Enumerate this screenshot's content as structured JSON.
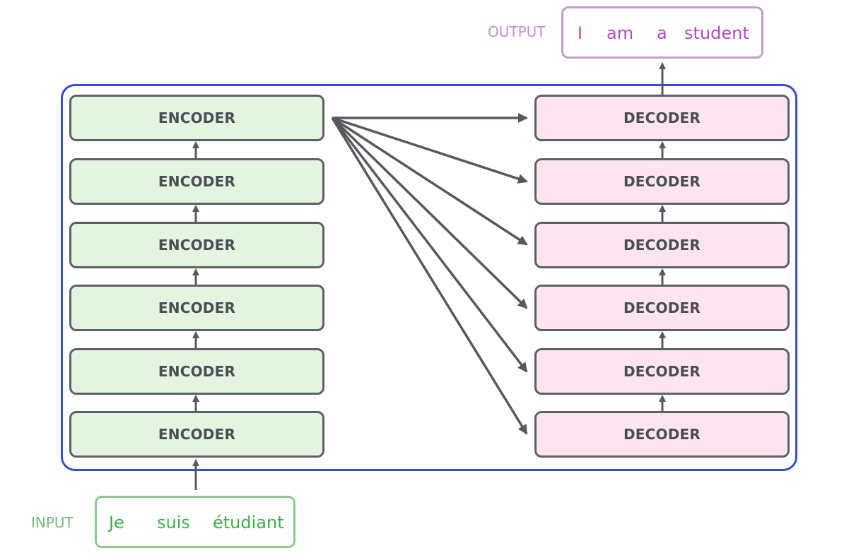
{
  "input": {
    "label": "INPUT",
    "words": [
      "Je",
      "suis",
      "étudiant"
    ]
  },
  "output": {
    "label": "OUTPUT",
    "words": [
      "I",
      "am",
      "a",
      "student"
    ]
  },
  "encoders": [
    "ENCODER",
    "ENCODER",
    "ENCODER",
    "ENCODER",
    "ENCODER",
    "ENCODER"
  ],
  "decoders": [
    "DECODER",
    "DECODER",
    "DECODER",
    "DECODER",
    "DECODER",
    "DECODER"
  ],
  "colors": {
    "container_border": "#3350d4",
    "encoder_fill": "#e3f5e0",
    "decoder_fill": "#fde5ef",
    "block_border": "#5d6166",
    "arrow": "#55595f",
    "input_text": "#3fae49",
    "output_text": "#b24bc0"
  }
}
